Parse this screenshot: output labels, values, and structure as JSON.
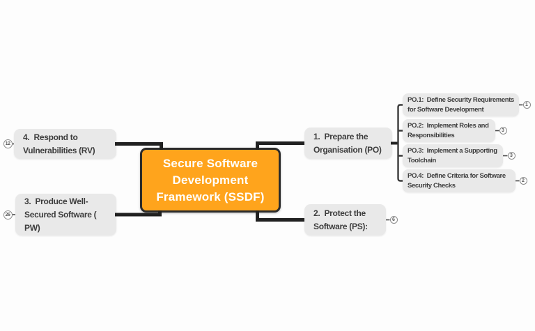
{
  "center": {
    "label": "Secure Software\nDevelopment\nFramework (SSDF)"
  },
  "branches": [
    {
      "id": "po",
      "label": "1.  Prepare the\nOrganisation (PO)"
    },
    {
      "id": "ps",
      "label": "2.  Protect the\nSoftware (PS):",
      "badge": "6"
    },
    {
      "id": "pw",
      "label": "3.  Produce Well-\nSecured Software (\nPW)",
      "badge": "26"
    },
    {
      "id": "rv",
      "label": "4.  Respond to\nVulnerabilities (RV)",
      "badge": "12"
    }
  ],
  "po_children": [
    {
      "id": "po1",
      "label": "PO.1:  Define Security Requirements\nfor Software Development",
      "badge": "1"
    },
    {
      "id": "po2",
      "label": "PO.2:  Implement Roles and\nResponsibilities",
      "badge": "3"
    },
    {
      "id": "po3",
      "label": "PO.3:  Implement a Supporting\nToolchain",
      "badge": "3"
    },
    {
      "id": "po4",
      "label": "PO.4:  Define Criteria for Software\nSecurity Checks",
      "badge": "2"
    }
  ],
  "colors": {
    "accent": "#FFA41C",
    "centerborder": "#2B2B2B",
    "centertext": "#FFFFFF",
    "nodebg": "#E9E9E9",
    "nodetext": "#3D3D3D",
    "line": "#212121",
    "thinline": "#3A3A3A",
    "dashline": "#4A4A4A",
    "badgeborder": "#8A8A8A",
    "badgetext": "#5A5A5A",
    "canvasbg": "#FDFDFD"
  }
}
